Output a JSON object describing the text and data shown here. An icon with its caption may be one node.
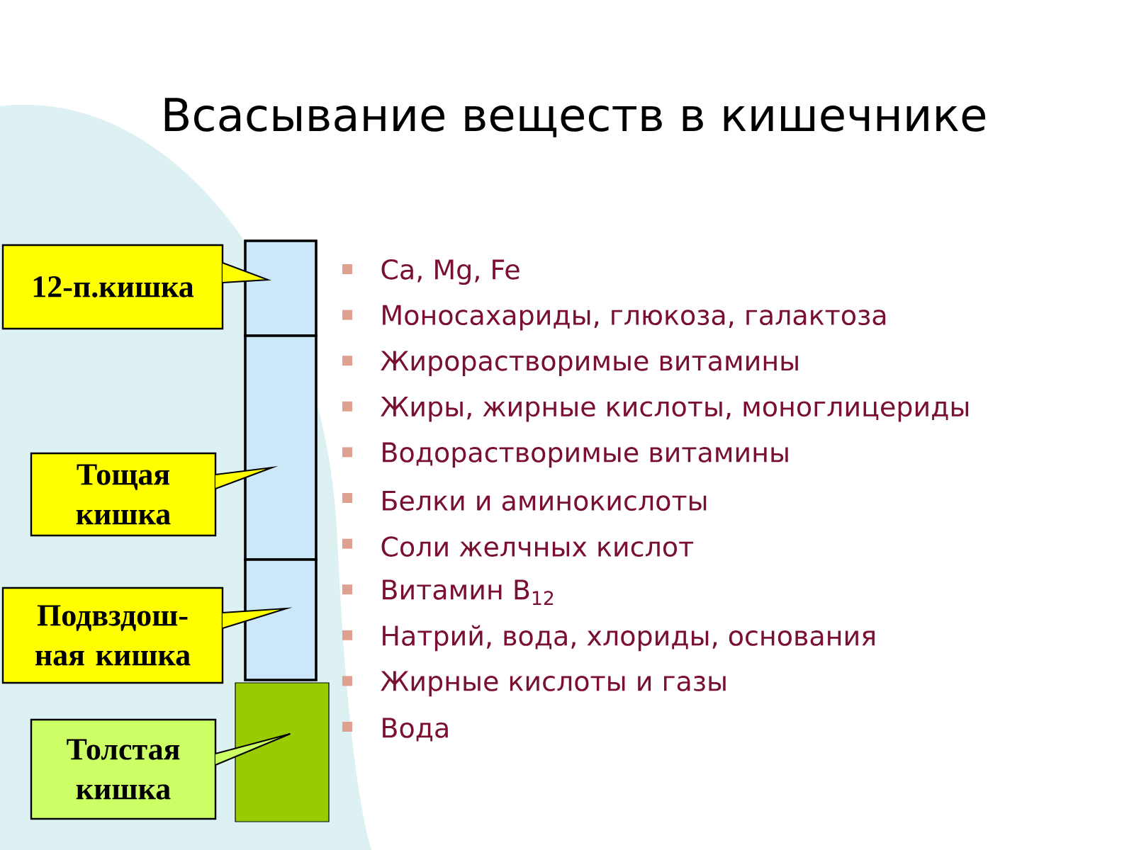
{
  "diagram": {
    "title": "Всасывание веществ в кишечнике",
    "nodes": [
      {
        "text": [
          "12-п.кишка"
        ]
      },
      {
        "text": [
          "Тощая кишка"
        ]
      },
      {
        "text": [
          "Подвздош- ная кишка"
        ]
      },
      {
        "text": [
          "Толстая кишка"
        ]
      },
      {
        "text": [],
        "shape": "box"
      },
      {
        "text": [],
        "shape": "box"
      },
      {
        "text": [],
        "shape": "box"
      },
      {
        "text": [],
        "shape": "box"
      }
    ],
    "edges": [
      {
        "from": 0,
        "to": 4,
        "arrow": "none"
      },
      {
        "from": 1,
        "to": 5,
        "arrow": "none"
      },
      {
        "from": 2,
        "to": 6,
        "arrow": "none"
      },
      {
        "from": 3,
        "to": 7,
        "arrow": "none"
      }
    ],
    "labels": [
      "Ca, Mg, Fe",
      "Моносахариды, глюкоза, галактоза",
      "Жирорастворимые витамины",
      "Жиры, жирные кислоты, моноглицериды",
      "Водорастворимые витамины",
      "Белки и аминокислоты",
      "Соли желчных кислот",
      "Витамин B$_{12}$",
      "Натрий, вода, хлориды, основания",
      "Жирные кислоты и газы",
      "Вода"
    ]
  }
}
